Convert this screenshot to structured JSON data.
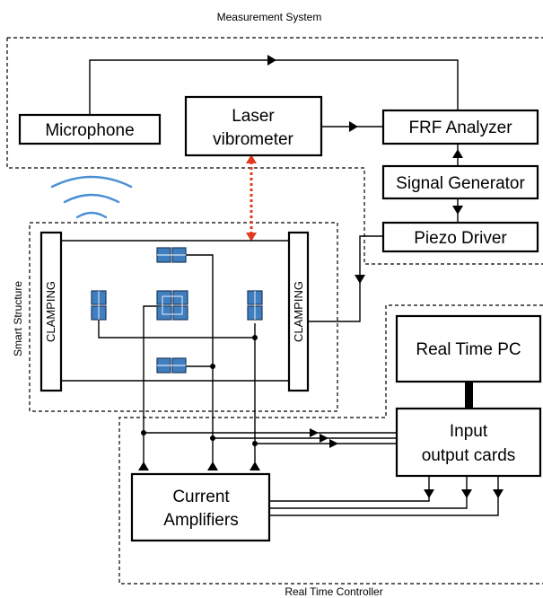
{
  "groups": {
    "measurement_system": "Measurement System",
    "smart_structure": "Smart Structure",
    "real_time_controller": "Real Time Controller"
  },
  "blocks": {
    "microphone": "Microphone",
    "laser_line1": "Laser",
    "laser_line2": "vibrometer",
    "frf_analyzer": "FRF Analyzer",
    "signal_generator": "Signal Generator",
    "piezo_driver": "Piezo Driver",
    "real_time_pc": "Real Time PC",
    "io_line1": "Input",
    "io_line2": "output cards",
    "amp_line1": "Current",
    "amp_line2": "Amplifiers"
  },
  "clamping": {
    "left": "CLAMPING",
    "right": "CLAMPING"
  },
  "colors": {
    "piezo_patch": "#3f7fc0",
    "laser_beam": "#e23b1f",
    "sound_wave": "#4a8fd6"
  }
}
